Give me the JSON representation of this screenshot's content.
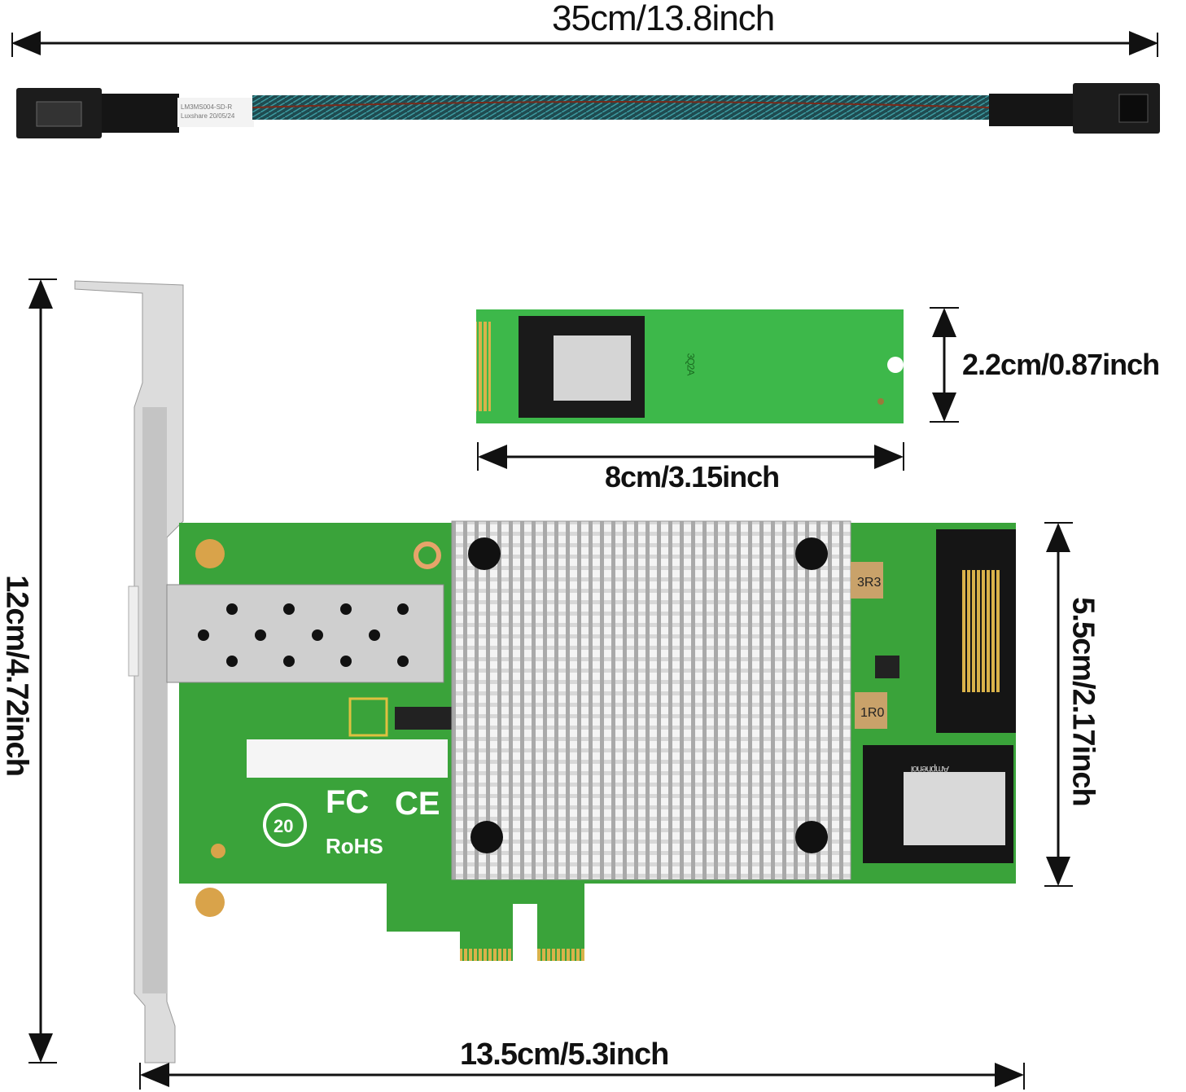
{
  "dimensions": {
    "cable_length": "35cm/13.8inch",
    "m2_height": "2.2cm/0.87inch",
    "m2_length": "8cm/3.15inch",
    "card_bracket_height": "12cm/4.72inch",
    "card_height": "5.5cm/2.17inch",
    "card_length": "13.5cm/5.3inch"
  },
  "cable_label": {
    "line1": "LM3MS004-SD-R",
    "line2": "Luxshare  20/05/24"
  },
  "card_markings": {
    "inductor1": "3R3",
    "inductor2": "1R0",
    "connector_brand": "Amphenol",
    "rohs": "RoHS",
    "fcc": "FC",
    "ce": "CE",
    "eco_years": "20"
  },
  "m2_markings": {
    "silkscreen": "3Q2A"
  },
  "colors": {
    "pcb_green": "#3aa33a",
    "m2_green": "#3db84a",
    "heatsink": "#c9c9c9",
    "gold": "#d9b24a",
    "cable": "#2a6f74"
  }
}
